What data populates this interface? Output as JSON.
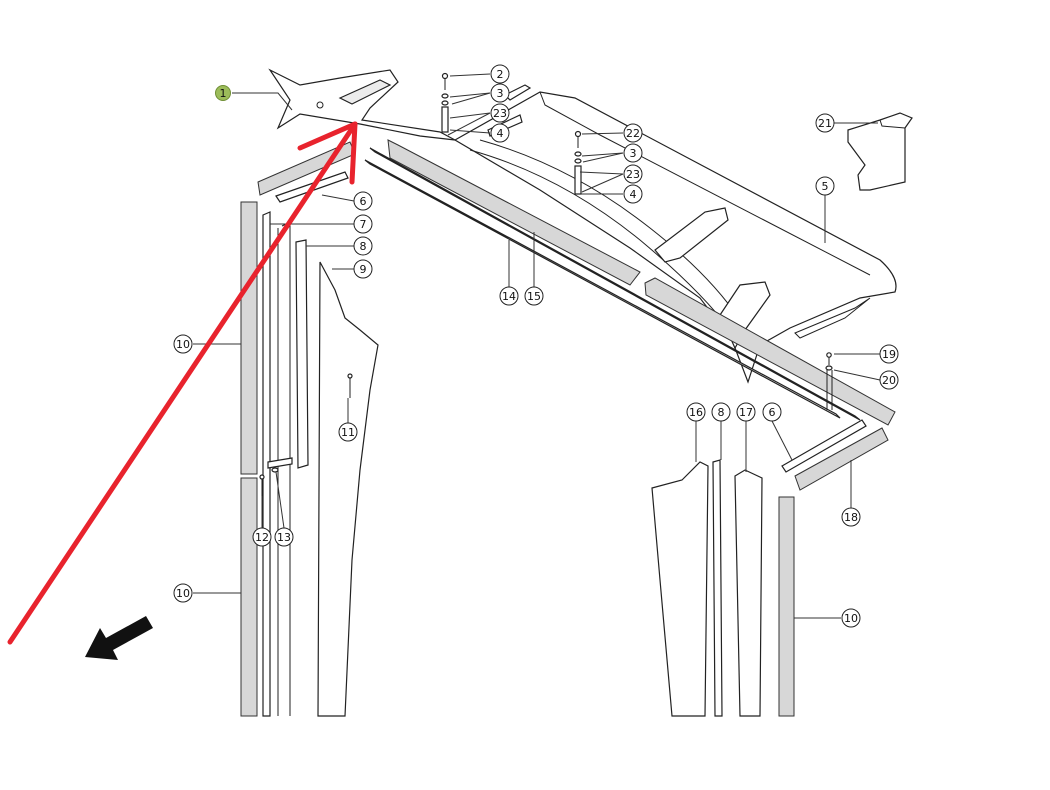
{
  "diagram": {
    "highlight_color": "#9cbc5a",
    "annotation_arrow_color": "#e8232d",
    "direction_arrow_color": "#111111",
    "callouts": [
      {
        "label": "1",
        "highlighted": true
      },
      {
        "label": "2"
      },
      {
        "label": "3"
      },
      {
        "label": "23"
      },
      {
        "label": "4"
      },
      {
        "label": "22"
      },
      {
        "label": "3"
      },
      {
        "label": "23"
      },
      {
        "label": "4"
      },
      {
        "label": "21"
      },
      {
        "label": "5"
      },
      {
        "label": "6"
      },
      {
        "label": "7"
      },
      {
        "label": "8"
      },
      {
        "label": "9"
      },
      {
        "label": "10"
      },
      {
        "label": "14"
      },
      {
        "label": "15"
      },
      {
        "label": "11"
      },
      {
        "label": "12"
      },
      {
        "label": "13"
      },
      {
        "label": "10"
      },
      {
        "label": "19"
      },
      {
        "label": "20"
      },
      {
        "label": "16"
      },
      {
        "label": "8"
      },
      {
        "label": "17"
      },
      {
        "label": "6"
      },
      {
        "label": "18"
      },
      {
        "label": "10"
      }
    ]
  }
}
